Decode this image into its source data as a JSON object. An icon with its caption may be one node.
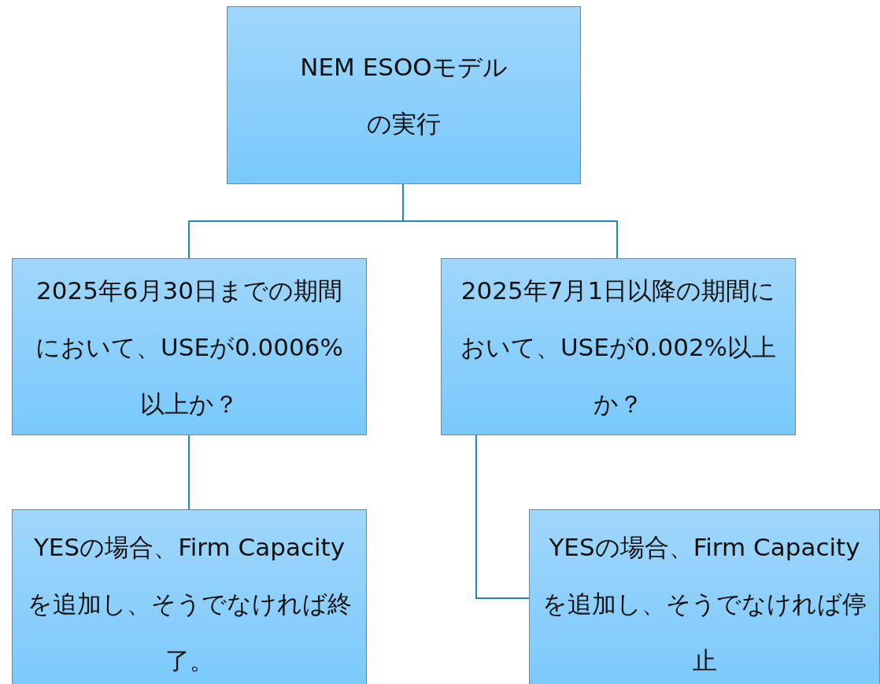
{
  "diagram": {
    "nodes": [
      {
        "text": [
          "NEM ESOOモデルの実行"
        ]
      },
      {
        "text": [
          "2025年6月30日までの期間において、USEが0.0006%以上か？"
        ]
      },
      {
        "text": [
          "2025年7月1日以降の期間において、USEが0.002%以上か？"
        ]
      },
      {
        "text": [
          "YESの場合、Firm Capacityを追加し、そうでなければ終了。"
        ]
      },
      {
        "text": [
          "YESの場合、Firm Capacityを追加し、そうでなければ停止"
        ]
      }
    ],
    "edges": [
      {
        "from": 0,
        "to": 1,
        "arrow": "none"
      },
      {
        "from": 0,
        "to": 2,
        "arrow": "none"
      },
      {
        "from": 1,
        "to": 3,
        "arrow": "none"
      },
      {
        "from": 2,
        "to": 4,
        "arrow": "none"
      }
    ]
  }
}
